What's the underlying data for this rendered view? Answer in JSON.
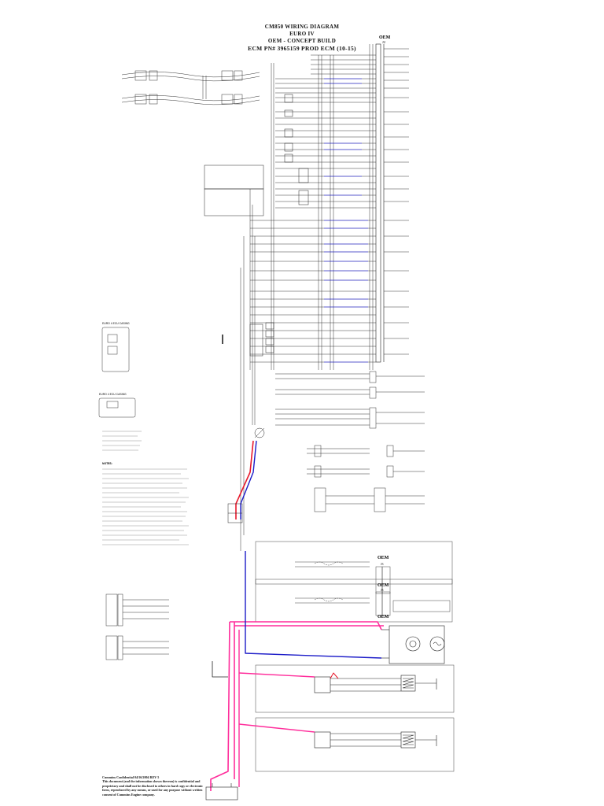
{
  "title": {
    "line1": "CM850 WIRING DIAGRAM",
    "line2": "EURO IV",
    "line3": "OEM - CONCEPT BUILD",
    "line4": "ECM PN# 3965159 PROD ECM (10-15)"
  },
  "oem": {
    "top_label": "OEM",
    "top_conn": "J2",
    "mid_label_1": "OEM",
    "mid_conn_1": "J3",
    "mid_label_2": "OEM",
    "mid_conn_2": "J3",
    "mid_label_3": "OEM"
  },
  "confidential": {
    "header": "Cummins Confidential 04/16/2004 REV 5",
    "body": "This document (and the information shown thereon) is confidential and proprietary and shall not be disclosed to others in hard copy or electronic form, reproduced by any means, or used for any purpose without written consent of Cummins Engine company."
  },
  "colors": {
    "line": "#222222",
    "blue_signal": "#1a1aff",
    "magenta_wire": "#ff2d9b",
    "navy_wire": "#1c1cc8",
    "red_wire": "#e8192c"
  },
  "left_blocks": {
    "block1_label": "EURO 4 ECU CASING",
    "block2_label": "EURO 4 ECU CASING",
    "notes_header": "NOTES:"
  }
}
